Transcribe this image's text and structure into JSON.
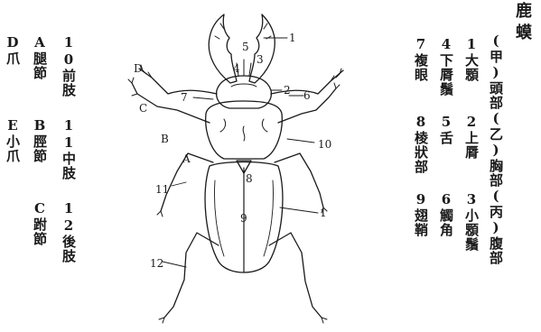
{
  "title": "鹿蟆",
  "right_columns": [
    "(甲)頭部",
    "1大顋",
    "4下脣鬚",
    "7複眼",
    "(乙)胸部",
    "2上脣",
    "5舌",
    "8棱狀部",
    "(丙)腹部",
    "3小顋鬚",
    "6觸角",
    "9翅鞘"
  ],
  "left_columns": [
    "D爪",
    "A腿節",
    "10前肢",
    "E小爪",
    "B脛節",
    "11中肢",
    "C跗節",
    "12後肢"
  ],
  "figure_labels": [
    "1",
    "5",
    "4",
    "3",
    "7",
    "2",
    "6",
    "D",
    "C",
    "B",
    "A",
    "10",
    "8",
    "11",
    "9",
    "12",
    "1"
  ]
}
